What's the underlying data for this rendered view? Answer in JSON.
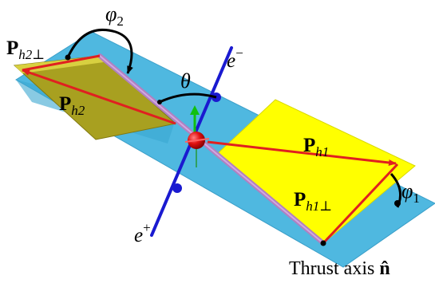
{
  "labels": {
    "phi2": "φ",
    "phi2_sub": "2",
    "ph2perp": "P",
    "ph2perp_sub": "h2⊥",
    "ph2": "P",
    "ph2_sub": "h2",
    "theta": "θ",
    "e_minus": "e",
    "e_minus_sup": "−",
    "ph1": "P",
    "ph1_sub": "h1",
    "ph1perp": "P",
    "ph1perp_sub": "h1⊥",
    "phi1": "φ",
    "phi1_sub": "1",
    "e_plus": "e",
    "e_plus_sup": "+",
    "thrust": "Thrust axis ",
    "thrust_n": "n̂"
  },
  "colors": {
    "plane": "#4fb8e0",
    "plane_edge": "#3a9ec8",
    "hemisphere_yellow": "#ffff00",
    "hemisphere_olive": "#a8a020",
    "momentum_red": "#e02020",
    "beam_axis": "#1a1ad0",
    "thrust_axis": "#b080c0",
    "vertex": "#e01010",
    "z_arrow_green": "#10c010",
    "text": "#000000"
  },
  "icons": {
    "vertex": "interaction-point-sphere",
    "marker": "blue-dot-marker"
  }
}
